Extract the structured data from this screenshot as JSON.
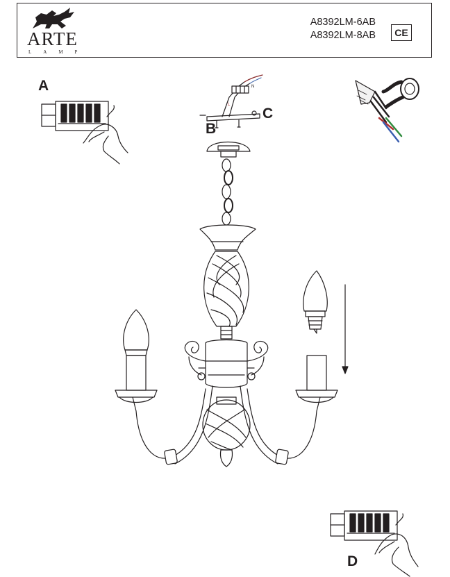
{
  "header": {
    "brand": "ARTE",
    "brand_sub": "LAMP",
    "models": [
      "A8392LM-6AB",
      "A8392LM-8AB"
    ],
    "cert_mark": "CE"
  },
  "steps": {
    "a": "A",
    "b": "B",
    "c": "C",
    "d": "D"
  },
  "wiring_labels": {
    "live": "L",
    "neutral": "N"
  },
  "icons": [
    "griffin-logo-icon",
    "terminal-block-icon",
    "hand-icon",
    "mounting-bracket-icon",
    "insulating-tape-icon",
    "candle-bulb-icon",
    "down-arrow-icon",
    "chandelier-icon"
  ]
}
